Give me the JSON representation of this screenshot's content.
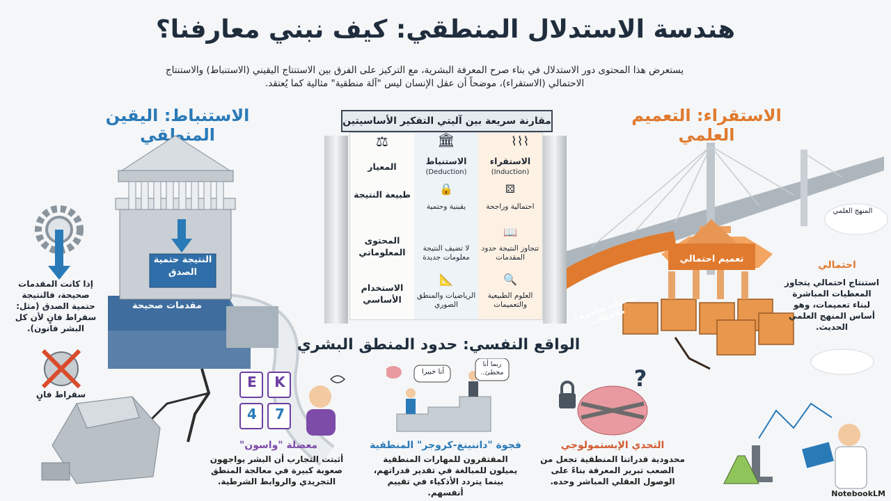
{
  "title": "هندسة الاستدلال المنطقي: كيف نبني معارفنا؟",
  "subtitle": "يستعرض هذا المحتوى دور الاستدلال في بناء صرح المعرفة البشرية، مع التركيز على الفرق بين الاستنتاج اليقيني (الاستنباط) والاستنتاج الاحتمالي (الاستقراء)، موضحاً أن عقل الإنسان ليس \"آلة منطقية\" مثالية كما يُعتقد.",
  "deduction": {
    "title": "الاستنباط: اليقين المنطقي",
    "conclusion_label": "النتيجة حتمية الصدق",
    "premises_label": "مقدمات صحيحة",
    "note": "إذا كانت المقدمات صحيحة، فالنتيجة حتمية الصدق (مثل: سقراط فانٍ لأن كل البشر فانون).",
    "socrates_label": "سقراط فانٍ"
  },
  "induction": {
    "title": "الاستقراء: التعميم العلمي",
    "cloud_label": "المنهج العلمي",
    "prob_title": "احتمالي",
    "prob_text": "استنتاج احتمالي يتجاوز المعطيات المباشرة لبناء تعميمات، وهو أساس المنهج العلمي الحديث.",
    "generalization_label": "تعميم احتمالي",
    "observations_label": "معطيات مباشرة / ملاحظات"
  },
  "comparison": {
    "banner": "مقارنة سريعة بين آليتي التفكير الأساسيتين",
    "header_label": "المعيار",
    "deduction_header": "الاستنباط",
    "deduction_header_en": "(Deduction)",
    "induction_header": "الاستقراء",
    "induction_header_en": "(Induction)",
    "rows": [
      {
        "criterion": "طبيعة النتيجة",
        "deduction": "يقينية وحتمية",
        "induction": "احتمالية وراجحة"
      },
      {
        "criterion": "المحتوى المعلوماتي",
        "deduction": "لا تضيف النتيجة معلومات جديدة",
        "induction": "تتجاوز النتيجة حدود المقدمات"
      },
      {
        "criterion": "الاستخدام الأساسي",
        "deduction": "الرياضيات والمنطق الصوري",
        "induction": "العلوم الطبيعية والتعميمات"
      }
    ]
  },
  "psychology": {
    "title": "الواقع النفسي: حدود المنطق البشري",
    "wason": {
      "title": "معضلة \"واسون\"",
      "text": "أثبتت التجارب أن البشر يواجهون صعوبة كبيرة في معالجة المنطق التجريدي والروابط الشرطية.",
      "cards": [
        "E",
        "K",
        "4",
        "7"
      ]
    },
    "dunning": {
      "title": "فجوة \"داننينغ-كروجر\" المنطقية",
      "text": "المفتقرون للمهارات المنطقية يميلون للمبالغة في تقدير قدراتهم، بينما يتردد الأذكياء في تقييم أنفسهم.",
      "bubble_low": "أنا خبيرا",
      "bubble_high": "ربما أنا مخطئ.."
    },
    "epistemology": {
      "title": "التحدي الإبستمولوجي",
      "text": "محدودية قدراتنا المنطقية تجعل من الصعب تبرير المعرفة بناءً على الوصول العقلي المباشر وحده."
    }
  },
  "watermark": "NotebookLM",
  "colors": {
    "deduction": "#2a7ab8",
    "induction": "#e07a2e",
    "dark": "#1f2d3d"
  }
}
